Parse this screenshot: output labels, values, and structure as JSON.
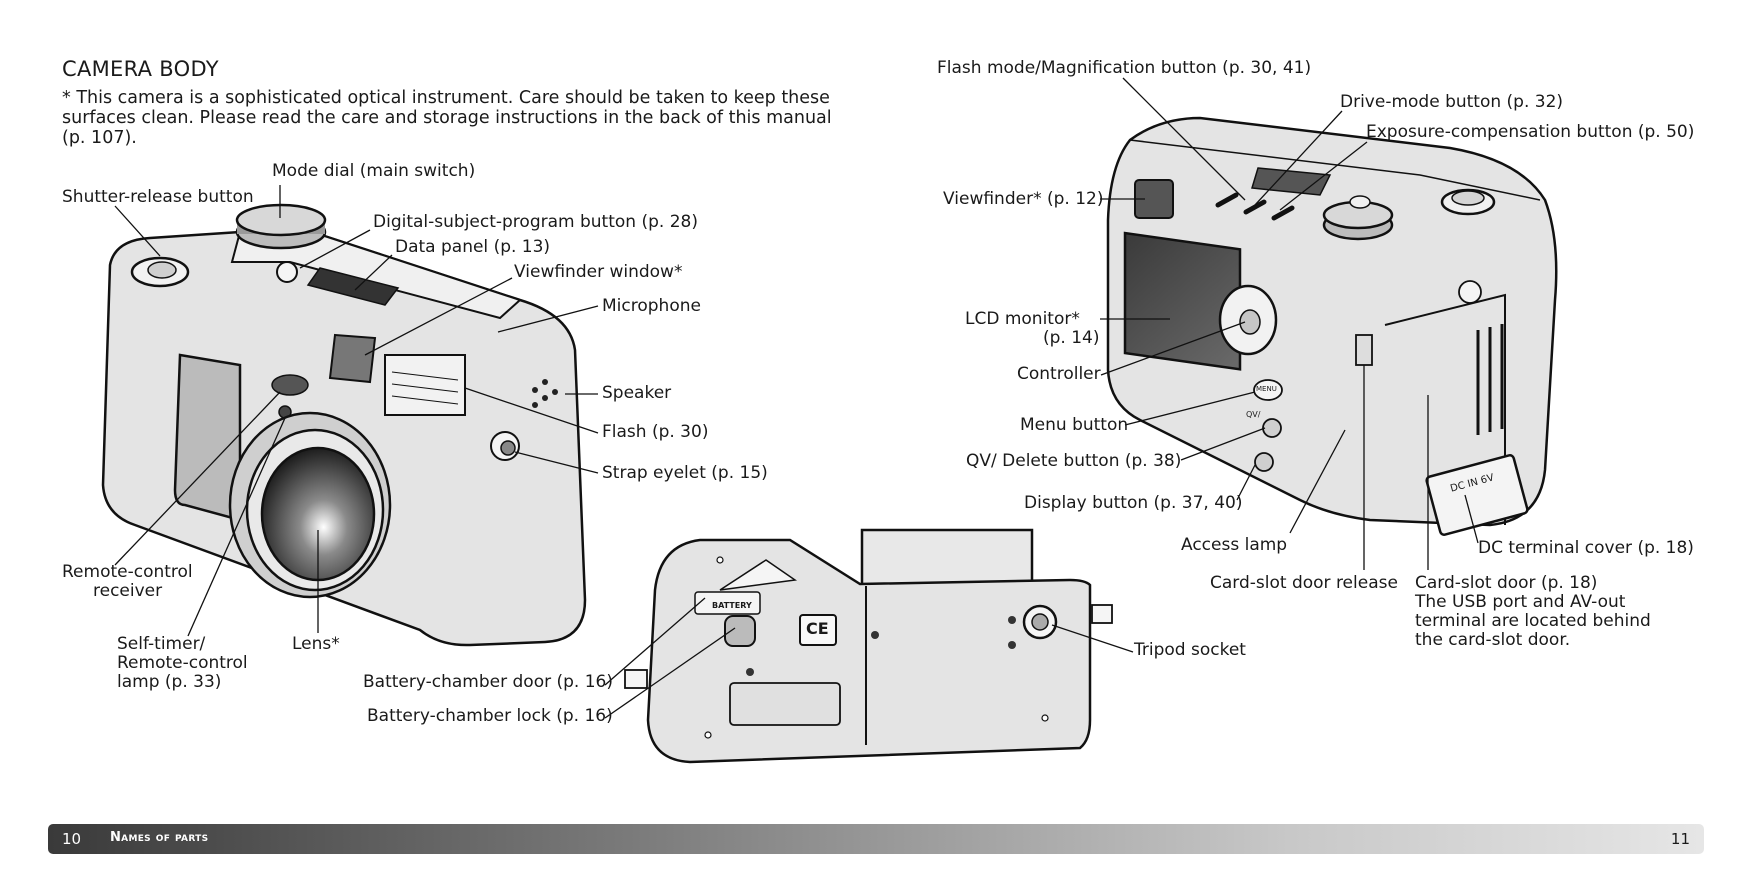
{
  "header": {
    "title": "CAMERA BODY",
    "intro": "* This camera is a sophisticated optical instrument. Care should be taken to keep these surfaces clean. Please read the care and storage instructions in the back of this manual (p. 107)."
  },
  "front_labels": {
    "mode_dial": "Mode dial (main switch)",
    "shutter_release": "Shutter-release button",
    "digital_subject": "Digital-subject-program button (p. 28)",
    "data_panel": "Data panel (p. 13)",
    "viewfinder_window": "Viewfinder window*",
    "microphone": "Microphone",
    "speaker": "Speaker",
    "flash": "Flash (p. 30)",
    "strap_eyelet": "Strap eyelet (p. 15)",
    "remote_receiver_1": "Remote-control",
    "remote_receiver_2": "receiver",
    "self_timer_1": "Self-timer/",
    "self_timer_2": "Remote-control",
    "self_timer_3": "lamp (p. 33)",
    "lens": "Lens*"
  },
  "bottom_labels": {
    "battery_door": "Battery-chamber door (p. 16)",
    "battery_lock": "Battery-chamber lock (p. 16)",
    "tripod_socket": "Tripod socket"
  },
  "back_labels": {
    "flash_mode": "Flash mode/Magnification button (p. 30, 41)",
    "drive_mode": "Drive-mode button (p. 32)",
    "exposure_comp": "Exposure-compensation button (p. 50)",
    "viewfinder": "Viewfinder* (p. 12)",
    "lcd_1": "LCD monitor*",
    "lcd_2": "(p. 14)",
    "controller": "Controller",
    "menu_button": "Menu button",
    "qv_delete": "QV/ Delete button (p. 38)",
    "display_button": "Display button (p. 37, 40)",
    "access_lamp": "Access lamp",
    "dc_cover": "DC terminal cover (p. 18)",
    "card_release": "Card-slot door release",
    "card_door_1": "Card-slot door (p. 18)",
    "card_door_2": "The USB port and AV-out",
    "card_door_3": "terminal are located behind",
    "card_door_4": "the card-slot door."
  },
  "camera_markings": {
    "battery": "BATTERY",
    "ce": "CE",
    "menu": "MENU",
    "qv": "QV/",
    "dc_in": "DC IN 6V"
  },
  "footer": {
    "left_page": "10",
    "section": "Names of parts",
    "right_page": "11"
  }
}
